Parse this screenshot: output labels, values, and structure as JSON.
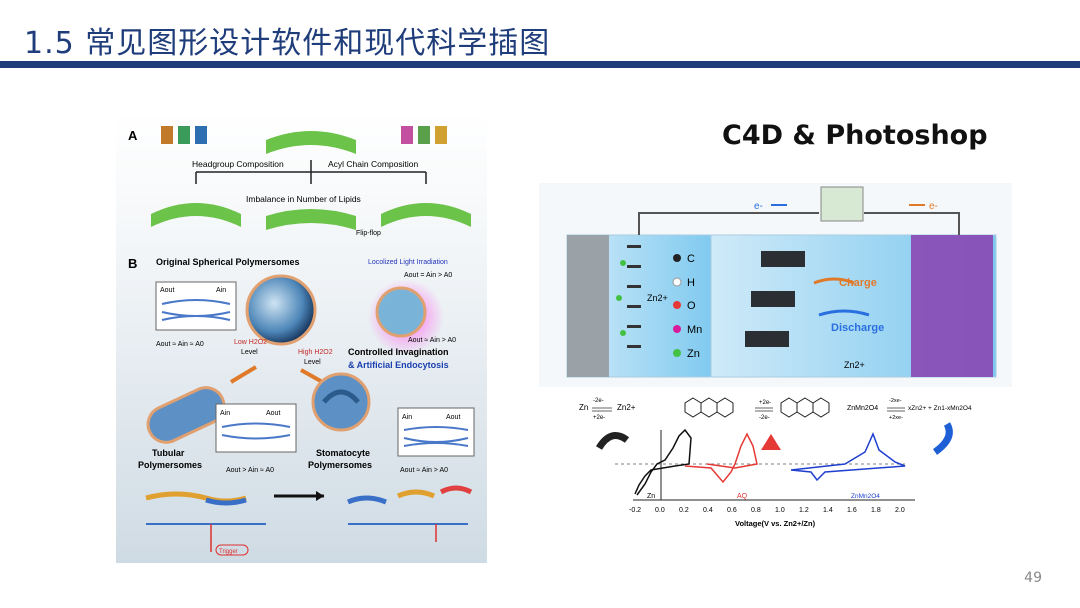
{
  "slide": {
    "title": "1.5 常见图形设计软件和现代科学插图",
    "right_title": "C4D & Photoshop",
    "page_number": "49"
  },
  "left_figure": {
    "panel_a_label": "A",
    "panel_b_label": "B",
    "headgroup_composition": "Headgroup Composition",
    "acyl_chain_composition": "Acyl Chain Composition",
    "imbalance_lipids": "Imbalance in Number of Lipids",
    "flip_flop": "Flip-flop",
    "original_polymersomes": "Original Spherical Polymersomes",
    "localized_irradiation": "Locolized Light Irradiation",
    "aout_ain_a0_1": "Aout ≈ Ain ≈ A0",
    "aout_ain_a0_right1": "Aout = Ain > A0",
    "aout_ain_a0_right2": "Aout ≈ Ain > A0",
    "low_h2o2": "Low H2O2",
    "low_level": "Level",
    "high_h2o2": "High H2O2",
    "high_level": "Level",
    "controlled_invagination": "Controlled Invagination",
    "artificial_endocytosis": "& Artificial Endocytosis",
    "tubular_1": "Tubular",
    "tubular_2": "Polymersomes",
    "stomatocyte_1": "Stomatocyte",
    "stomatocyte_2": "Polymersomes",
    "tubular_relation": "Aout > Ain ≈ A0",
    "stomatocyte_relation": "Aout ≈ Ain > A0",
    "a_out": "Aout",
    "a_in": "Ain",
    "trigger": "Trigger"
  },
  "right_top_figure": {
    "e_minus_left": "e-",
    "e_minus_right": "e-",
    "legend": [
      {
        "symbol": "C",
        "color": "#222222"
      },
      {
        "symbol": "H",
        "color": "#ffffff"
      },
      {
        "symbol": "O",
        "color": "#e53935"
      },
      {
        "symbol": "Mn",
        "color": "#d81b9a"
      },
      {
        "symbol": "Zn",
        "color": "#43c143"
      }
    ],
    "zn2_label": "Zn2+",
    "zn2_label_2": "Zn2+",
    "charge": "Charge",
    "discharge": "Discharge"
  },
  "right_bottom_figure": {
    "eq_zn_left": "Zn",
    "eq_zn_arrow_top": "-2e-",
    "eq_zn_arrow_bot": "+2e-",
    "eq_zn_right": "Zn2+",
    "eq_aq_top": "+2e-",
    "eq_aq_bot": "-2e-",
    "eq_mn_left": "ZnMn2O4",
    "eq_mn_top": "-2xe-",
    "eq_mn_bot": "+2xe-",
    "eq_mn_right": "xZn2+ + Zn1-xMn2O4",
    "curve_zn": "Zn",
    "curve_aq": "AQ",
    "curve_mn": "ZnMn2O4",
    "xlabel": "Voltage(V vs. Zn2+/Zn)",
    "ticks": [
      "-0.2",
      "0.0",
      "0.2",
      "0.4",
      "0.6",
      "0.8",
      "1.0",
      "1.2",
      "1.4",
      "1.6",
      "1.8",
      "2.0"
    ]
  }
}
